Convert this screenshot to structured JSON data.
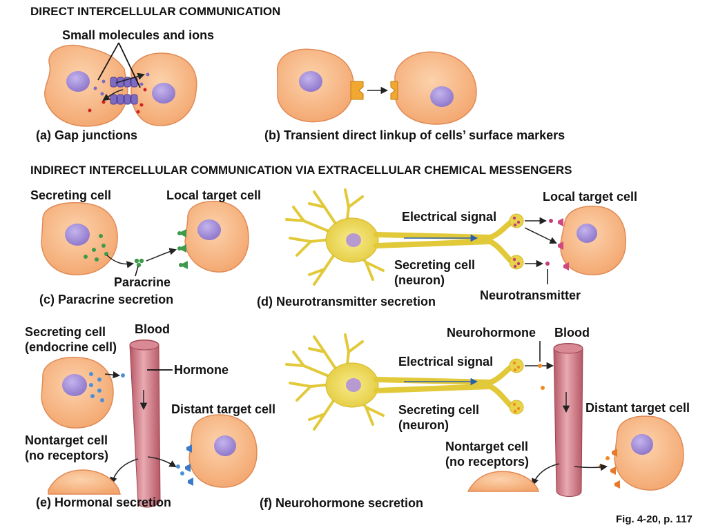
{
  "headings": {
    "direct": "DIRECT INTERCELLULAR COMMUNICATION",
    "indirect": "INDIRECT INTERCELLULAR COMMUNICATION VIA EXTRACELLULAR CHEMICAL MESSENGERS"
  },
  "panel_a": {
    "molecules_label": "Small molecules and ions",
    "caption": "(a) Gap junctions"
  },
  "panel_b": {
    "caption": "(b) Transient direct linkup of cells’ surface markers"
  },
  "panel_c": {
    "secreting_cell": "Secreting cell",
    "local_target": "Local target cell",
    "paracrine": "Paracrine",
    "caption": "(c) Paracrine secretion"
  },
  "panel_d": {
    "local_target": "Local target cell",
    "electrical_signal": "Electrical signal",
    "secreting_cell": "Secreting cell\n(neuron)",
    "neurotransmitter": "Neurotransmitter",
    "caption": "(d) Neurotransmitter secretion"
  },
  "panel_e": {
    "secreting_cell": "Secreting cell\n(endocrine cell)",
    "blood": "Blood",
    "hormone": "Hormone",
    "distant_target": "Distant target cell",
    "nontarget": "Nontarget cell\n(no receptors)",
    "caption": "(e) Hormonal secretion"
  },
  "panel_f": {
    "neurohormone": "Neurohormone",
    "blood": "Blood",
    "electrical_signal": "Electrical signal",
    "secreting_cell": "Secreting cell\n(neuron)",
    "distant_target": "Distant target cell",
    "nontarget": "Nontarget cell\n(no receptors)",
    "caption": "(f) Neurohormone secretion"
  },
  "figure_ref": "Fig. 4-20, p. 117",
  "colors": {
    "cell_fill": "#f6b27e",
    "cell_stroke": "#e08a55",
    "nucleus": "#9b86d0",
    "neuron": "#e8d44a",
    "vessel": "#c9717c",
    "gap_junction": "#7d6bc2",
    "paracrine_molecule": "#3d9a4a",
    "neurotransmitter": "#c23c78",
    "hormone": "#4a90d9",
    "neurohormone": "#f08a22",
    "marker": "#f0a830"
  }
}
